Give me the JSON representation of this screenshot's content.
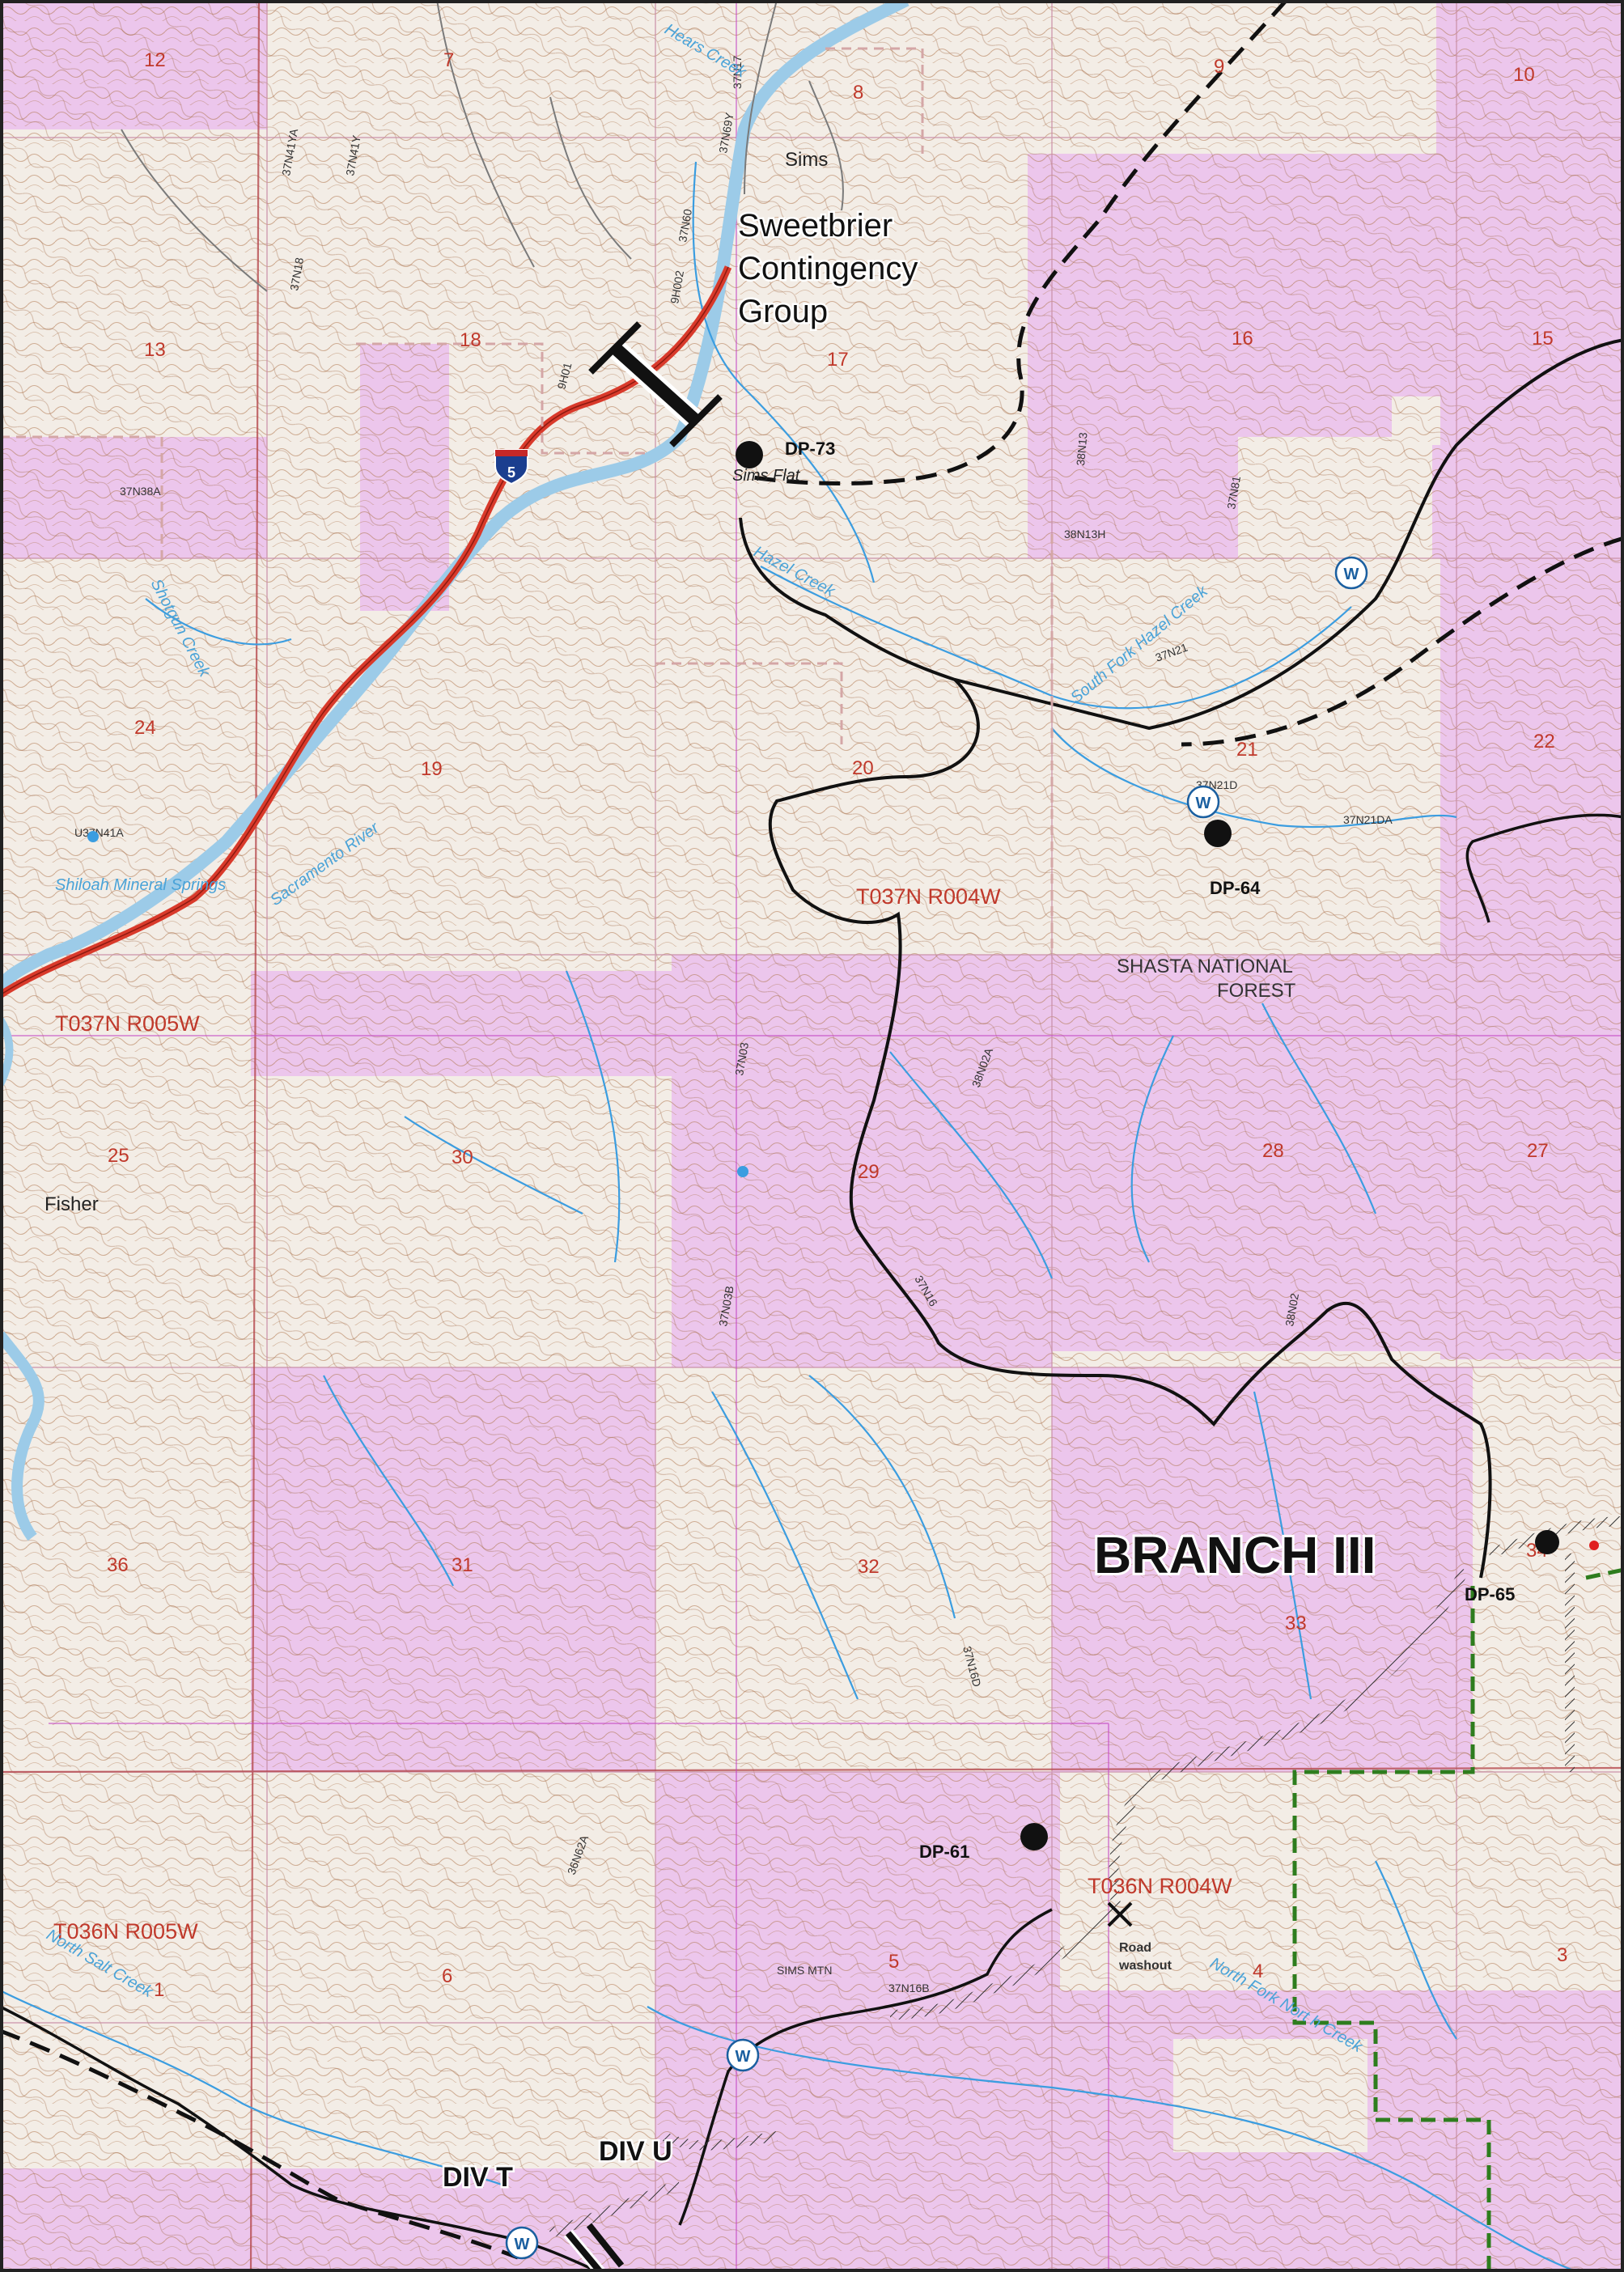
{
  "map": {
    "group_label_lines": [
      "Sweetbrier",
      "Contingency",
      "Group"
    ],
    "branch_label": "BRANCH III",
    "forest_label_lines": [
      "SHASTA NATIONAL",
      "FOREST"
    ],
    "divisions": [
      "DIV T",
      "DIV U"
    ],
    "drop_points": [
      "DP-73",
      "DP-64",
      "DP-65",
      "DP-61"
    ],
    "places": [
      "Sims",
      "Sims Flat",
      "Fisher",
      "Road",
      "washout"
    ],
    "townships": [
      "T037N R004W",
      "T037N R005W",
      "T036N R004W",
      "T036N R005W"
    ],
    "creeks": [
      "Shotgun Creek",
      "Hazel Creek",
      "South Fork Hazel Creek",
      "Sacramento River",
      "North Salt Creek",
      "North Fork Nort h Creek",
      "Shiloah Mineral Springs",
      "Hears Creek"
    ],
    "sections": [
      "12",
      "7",
      "8",
      "9",
      "10",
      "13",
      "18",
      "17",
      "16",
      "15",
      "24",
      "19",
      "20",
      "21",
      "22",
      "25",
      "30",
      "29",
      "28",
      "27",
      "36",
      "31",
      "32",
      "33",
      "34",
      "1",
      "6",
      "5",
      "4",
      "3"
    ],
    "roads": [
      "37N17",
      "37N69Y",
      "9H01",
      "37N18",
      "37N60",
      "37N41YA",
      "37N41Y",
      "37N21",
      "37N21D",
      "37N21DA",
      "37N16",
      "37N03",
      "37N16D",
      "38N02",
      "38N02A",
      "SIMS MTN",
      "37N16B",
      "36N62A",
      "38N13",
      "38N13H",
      "37N81",
      "37N38A",
      "U37N41A",
      "9H002",
      "37N03B"
    ],
    "highway_shield": "5",
    "water_marker": "W",
    "colors": {
      "background": "#f3ede6",
      "private_land": "#ecc6ec",
      "contour": "#b07850",
      "stream": "#3b9de0",
      "river": "#9ccbe8",
      "highway": "#d93a2b",
      "fireline": "#111111",
      "section_label": "#c0392b",
      "unit_boundary": "#2e7d1e"
    }
  }
}
